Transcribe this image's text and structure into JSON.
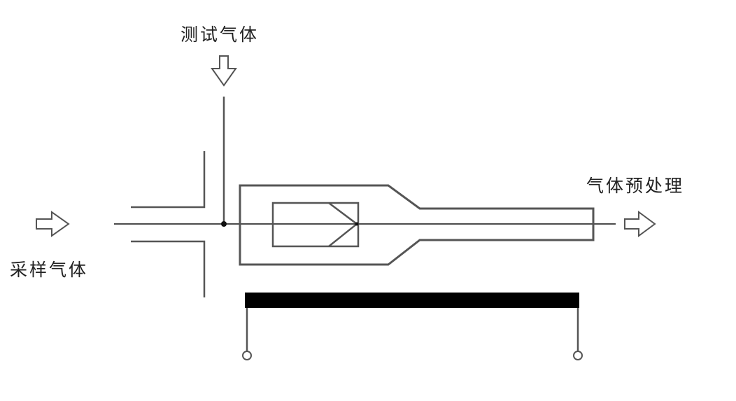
{
  "labels": {
    "test_gas": "测试气体",
    "sample_gas": "采样气体",
    "gas_pretreatment": "气体预处理"
  },
  "colors": {
    "line": "#555555",
    "bar": "#000000"
  }
}
